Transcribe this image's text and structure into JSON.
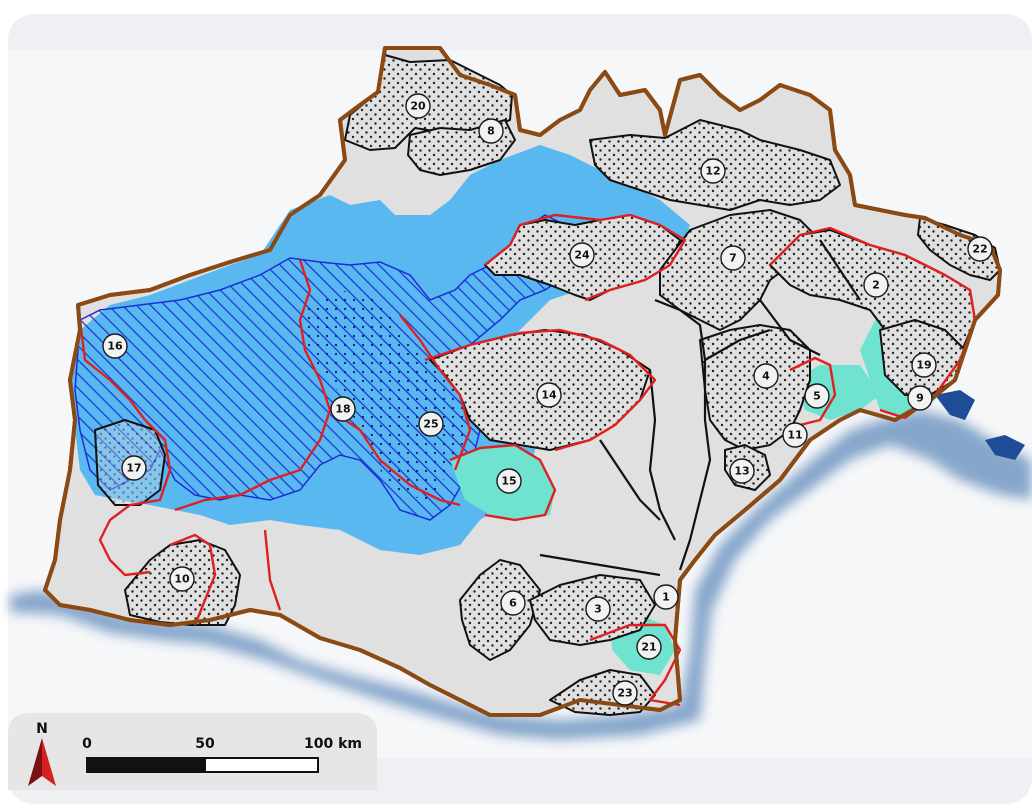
{
  "map": {
    "colors": {
      "sea": "#f2f4f7",
      "land": "#e0e0e0",
      "coast": "#8b4a14",
      "zone_blue": "#58b8ef",
      "zone_turquoise": "#6fe3cf",
      "hatch": "#1a2fd8",
      "red_border": "#e02020",
      "black_border": "#111111"
    },
    "labels": [
      "20",
      "8",
      "12",
      "22",
      "24",
      "7",
      "2",
      "16",
      "19",
      "14",
      "4",
      "5",
      "9",
      "18",
      "25",
      "11",
      "17",
      "13",
      "15",
      "10",
      "1",
      "6",
      "3",
      "21",
      "23"
    ],
    "north_arrow": {
      "letter": "N"
    },
    "scale_bar": {
      "tick_start": "0",
      "tick_mid": "50",
      "tick_end": "100 km"
    }
  }
}
